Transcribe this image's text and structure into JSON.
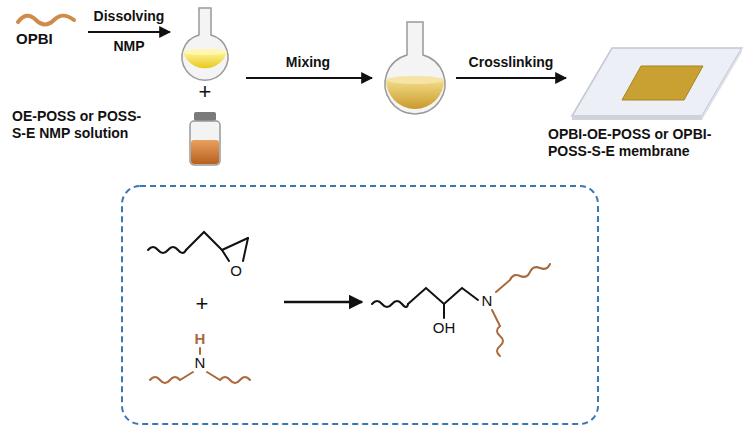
{
  "diagram": {
    "labels": [
      "OPBI",
      "Dissolving",
      "NMP",
      "+",
      "OE-POSS or POSS-S-E NMP solution",
      "Mixing",
      "Crosslinking",
      "OPBI-OE-POSS or OPBI-POSS-S-E membrane",
      "O",
      "+",
      "H",
      "N",
      "OH",
      "N"
    ]
  }
}
